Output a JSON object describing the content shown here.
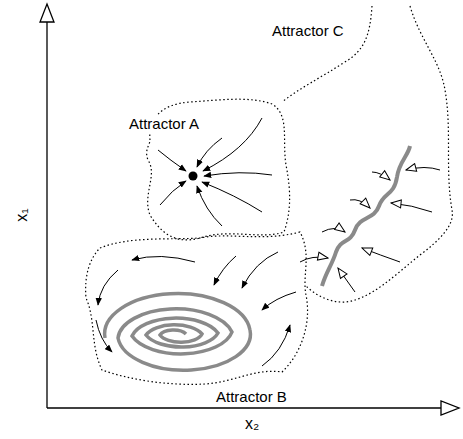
{
  "diagram": {
    "nodes": [
      {
        "text": [
          "Attractor C"
        ]
      },
      {
        "text": [
          "Attractor A"
        ]
      },
      {
        "text": [
          "Attractor B"
        ]
      }
    ],
    "labels": [
      "x₁",
      "x₂"
    ]
  }
}
